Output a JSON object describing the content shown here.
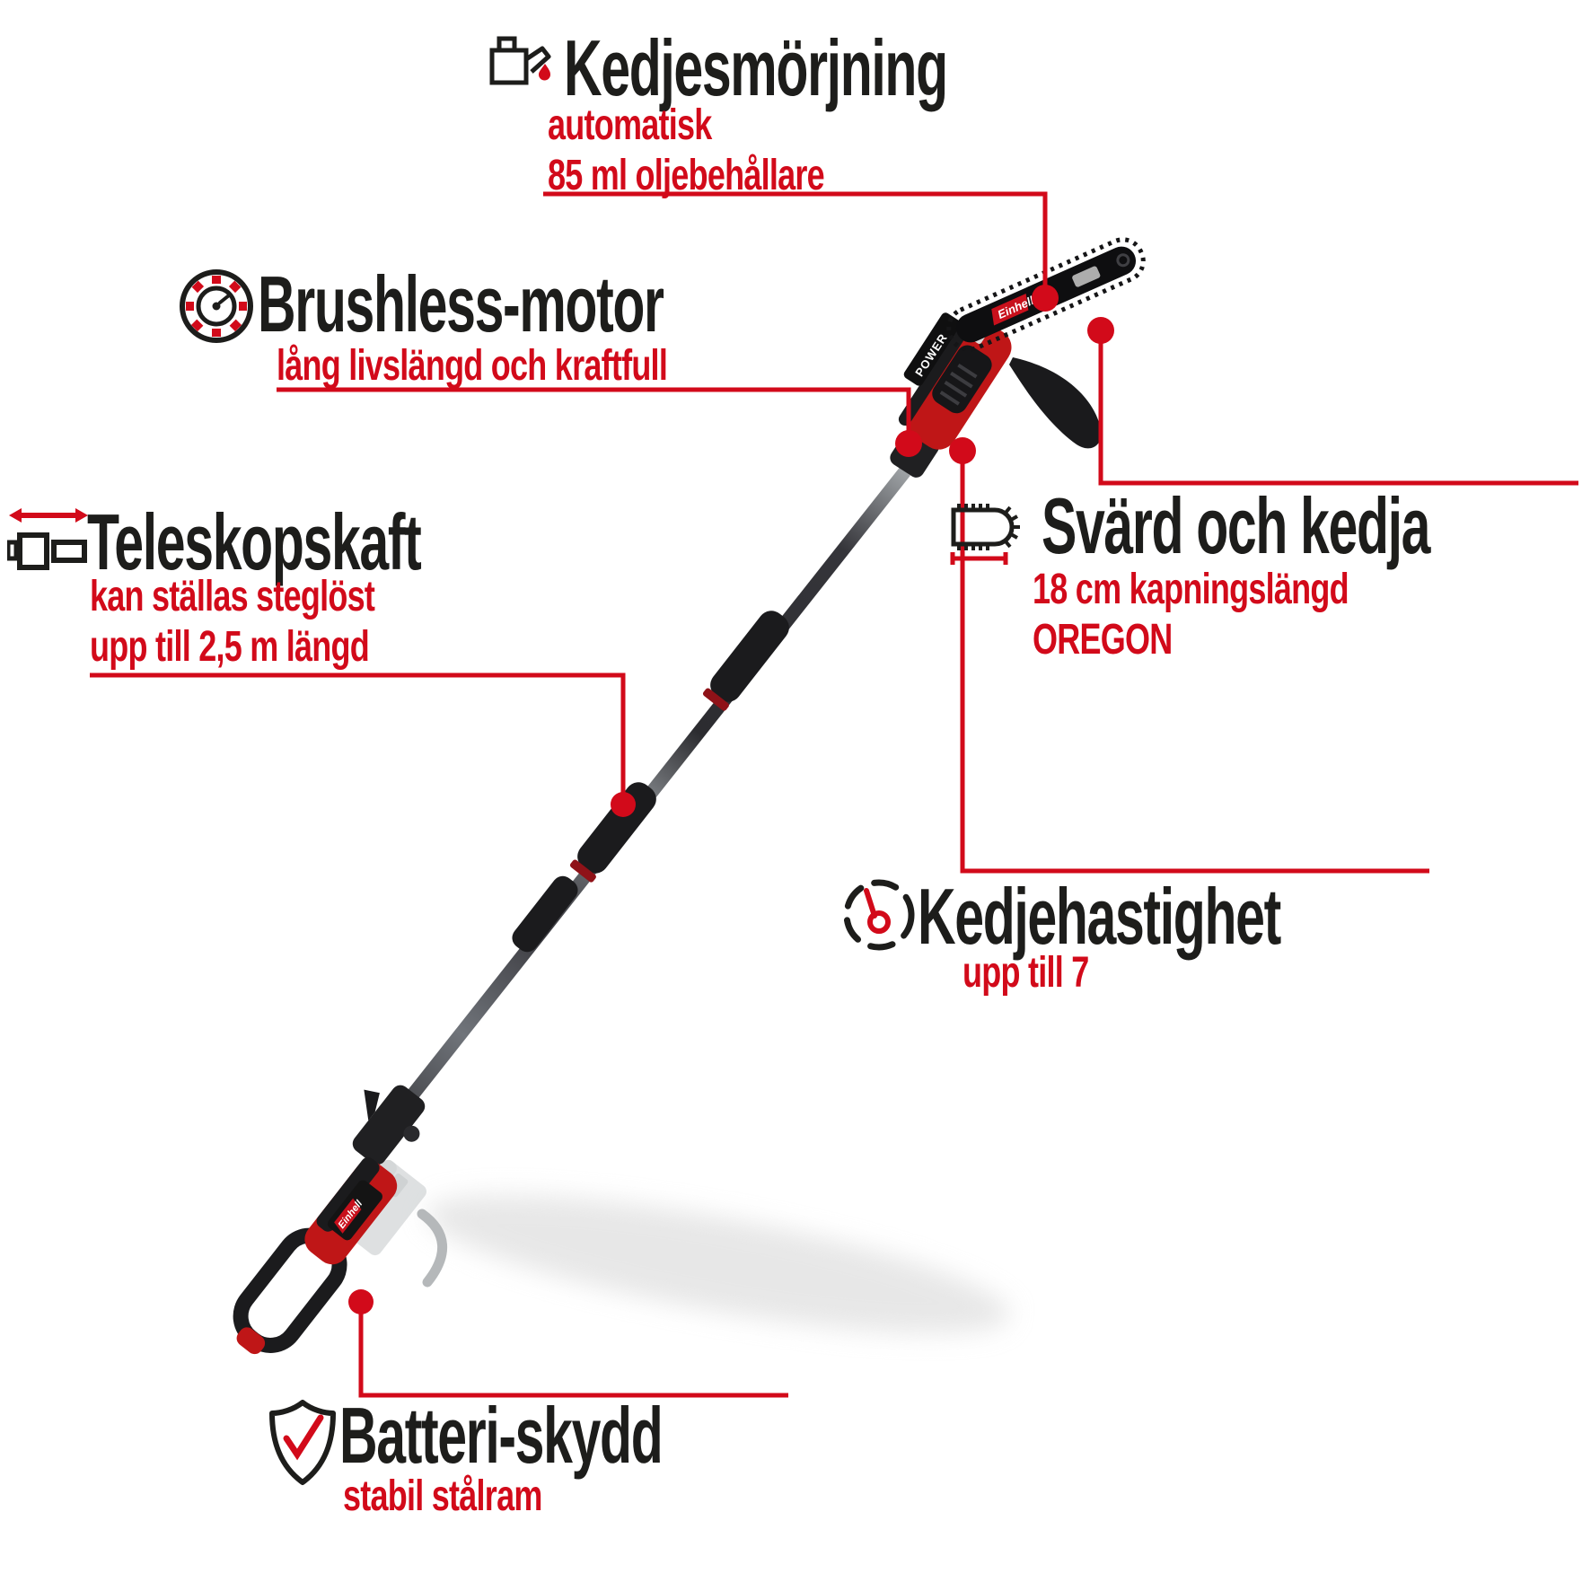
{
  "colors": {
    "accent_red": "#d20a1a",
    "text_black": "#1d1d1b"
  },
  "features": [
    {
      "id": "chain-lubrication",
      "icon": "oil-can-icon",
      "title": "Kedjesmörjning",
      "lines": [
        "automatisk",
        "85 ml oljebehållare"
      ]
    },
    {
      "id": "brushless-motor",
      "icon": "brushless-motor-icon",
      "title": "Brushless-motor",
      "lines": [
        "lång livslängd och kraftfull"
      ]
    },
    {
      "id": "telescopic-shaft",
      "icon": "telescopic-shaft-icon",
      "title": "Teleskopskaft",
      "lines": [
        "kan ställas steglöst",
        "upp till 2,5 m längd"
      ]
    },
    {
      "id": "bar-and-chain",
      "icon": "chainsaw-bar-icon",
      "title": "Svärd och kedja",
      "lines": [
        "18 cm kapningslängd",
        "OREGON"
      ]
    },
    {
      "id": "chain-speed",
      "icon": "speedometer-icon",
      "title": "Kedjehastighet",
      "lines": [
        "upp till 7"
      ]
    },
    {
      "id": "battery-protection",
      "icon": "shield-check-icon",
      "title": "Batteri-skydd",
      "lines": [
        "stabil stålram"
      ]
    }
  ],
  "product": {
    "brand": "Einhell",
    "power_label": "POWER"
  }
}
